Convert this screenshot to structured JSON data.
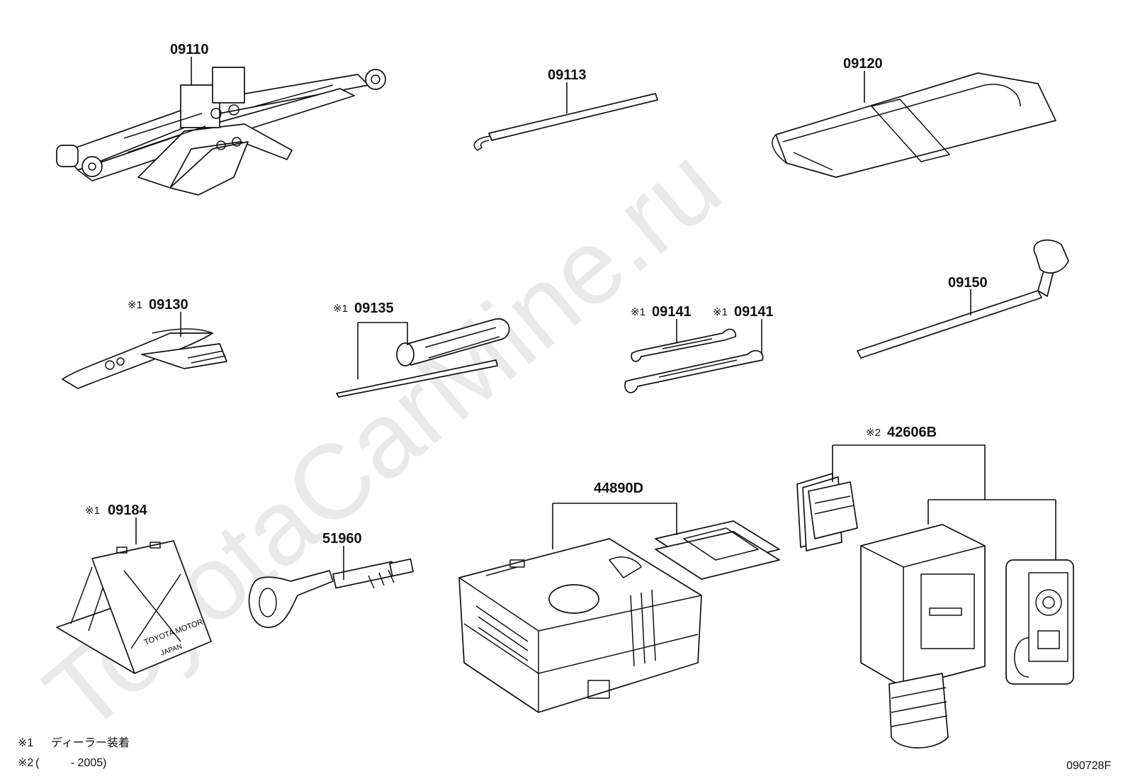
{
  "watermark": "ToyotaCarMine.ru",
  "figure_code": "090728F",
  "notes": [
    {
      "mark": "※1",
      "text": "ディーラー装着"
    },
    {
      "mark": "※2",
      "text": "(          - 2005)"
    }
  ],
  "parts": [
    {
      "id": "jack",
      "mark": "",
      "number": "09110"
    },
    {
      "id": "jack-handle",
      "mark": "",
      "number": "09113"
    },
    {
      "id": "tool-bag",
      "mark": "",
      "number": "09120"
    },
    {
      "id": "pliers",
      "mark": "※1",
      "number": "09130"
    },
    {
      "id": "screwdriver",
      "mark": "※1",
      "number": "09135"
    },
    {
      "id": "wrench-a",
      "mark": "※1",
      "number": "09141"
    },
    {
      "id": "wrench-b",
      "mark": "※1",
      "number": "09141"
    },
    {
      "id": "wheel-nut-wrench",
      "mark": "",
      "number": "09150"
    },
    {
      "id": "wheel-chock",
      "mark": "※1",
      "number": "09184"
    },
    {
      "id": "towing-eye",
      "mark": "",
      "number": "51960"
    },
    {
      "id": "compressor-kit",
      "mark": "",
      "number": "44890D"
    },
    {
      "id": "sealant-kit",
      "mark": "※2",
      "number": "42606B"
    }
  ],
  "chock_text": [
    "TOYOTA MOTOR",
    "JAPAN"
  ]
}
